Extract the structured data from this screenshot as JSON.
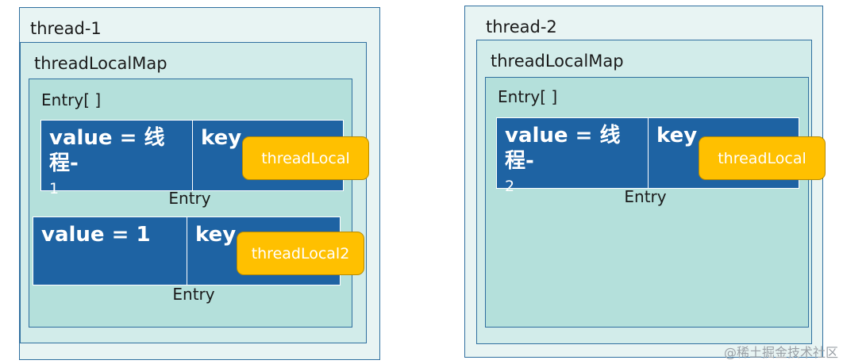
{
  "thread1": {
    "title": "thread-1",
    "map_label": "threadLocalMap",
    "array_label": "Entry[ ]",
    "entries": [
      {
        "value_line1": "value = 线程-",
        "value_line2": "1",
        "key_label": "key",
        "ref": "threadLocal",
        "entry_label": "Entry"
      },
      {
        "value_line1": "value = 1",
        "value_line2": "",
        "key_label": "key",
        "ref": "threadLocal2",
        "entry_label": "Entry"
      }
    ]
  },
  "thread2": {
    "title": "thread-2",
    "map_label": "threadLocalMap",
    "array_label": "Entry[ ]",
    "entries": [
      {
        "value_line1": "value = 线程-",
        "value_line2": "2",
        "key_label": "key",
        "ref": "threadLocal",
        "entry_label": "Entry"
      }
    ]
  },
  "watermark": "@稀土掘金技术社区",
  "colors": {
    "thread_bg": "#e8f4f3",
    "map_bg": "#d2ecea",
    "array_bg": "#b4e0db",
    "cell_bg": "#1e63a3",
    "pill_bg": "#ffc000",
    "border": "#2f6f9f"
  }
}
